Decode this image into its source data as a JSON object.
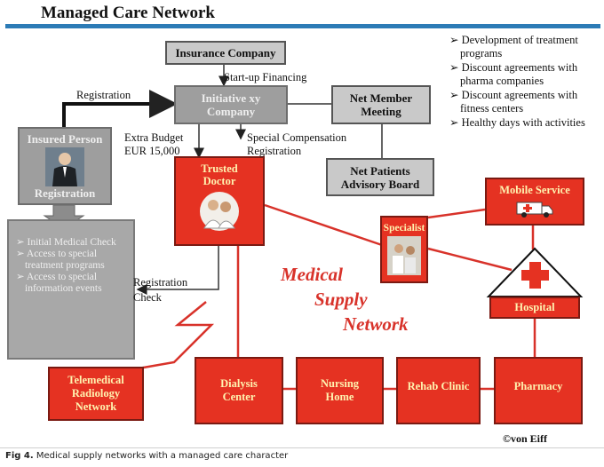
{
  "title": "Managed Care Network",
  "boxes": {
    "insurance": "Insurance Company",
    "initiative": "Initiative xy Company",
    "net_member": "Net Member Meeting",
    "patients_board": "Net Patients Advisory Board",
    "insured_person": "Insured Person",
    "insured_registration": "Registration",
    "trusted_doctor": "Trusted Doctor",
    "specialist": "Specialist",
    "mobile_service": "Mobile Service",
    "hospital": "Hospital",
    "telemedical": "Telemedical Radiology Network",
    "dialysis": "Dialysis Center",
    "nursing": "Nursing Home",
    "rehab": "Rehab Clinic",
    "pharmacy": "Pharmacy"
  },
  "edge_labels": {
    "startup": "Start-up Financing",
    "registration_top": "Registration",
    "extra_budget_1": "Extra Budget",
    "extra_budget_2": "EUR 15,000",
    "special_comp_1": "Special Compensation",
    "special_comp_2": "Registration",
    "reg_check_1": "Registration",
    "reg_check_2": "Check"
  },
  "benefits": [
    "Initial Medical Check",
    "Access to special treatment programs",
    "Access to special information events"
  ],
  "bullets": [
    "Development of treatment programs",
    "Discount agreements with pharma companies",
    "Discount agreements with fitness centers",
    "Healthy days with activities"
  ],
  "network_label": [
    "Medical",
    "Supply",
    "Network"
  ],
  "copyright": "©von Eiff",
  "caption": {
    "fig": "Fig 4.",
    "text": "Medical supply networks with a managed care character"
  }
}
